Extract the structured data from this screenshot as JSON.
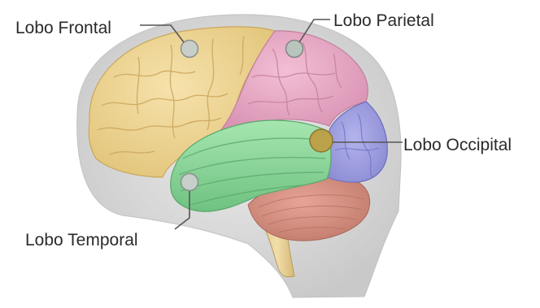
{
  "labels": {
    "frontal": "Lobo Frontal",
    "parietal": "Lobo Parietal",
    "occipital": "Lobo Occipital",
    "temporal": "Lobo Temporal"
  },
  "colors": {
    "head_silhouette": "#d4d4d4",
    "frontal_lobe": "#eed596",
    "parietal_lobe": "#e9a9c4",
    "occipital_lobe": "#9f9fe2",
    "temporal_lobe": "#8fd89c",
    "cerebellum": "#d99080",
    "brainstem": "#e7d09a",
    "marker": "#c8cfca",
    "leader_line": "#555555"
  }
}
